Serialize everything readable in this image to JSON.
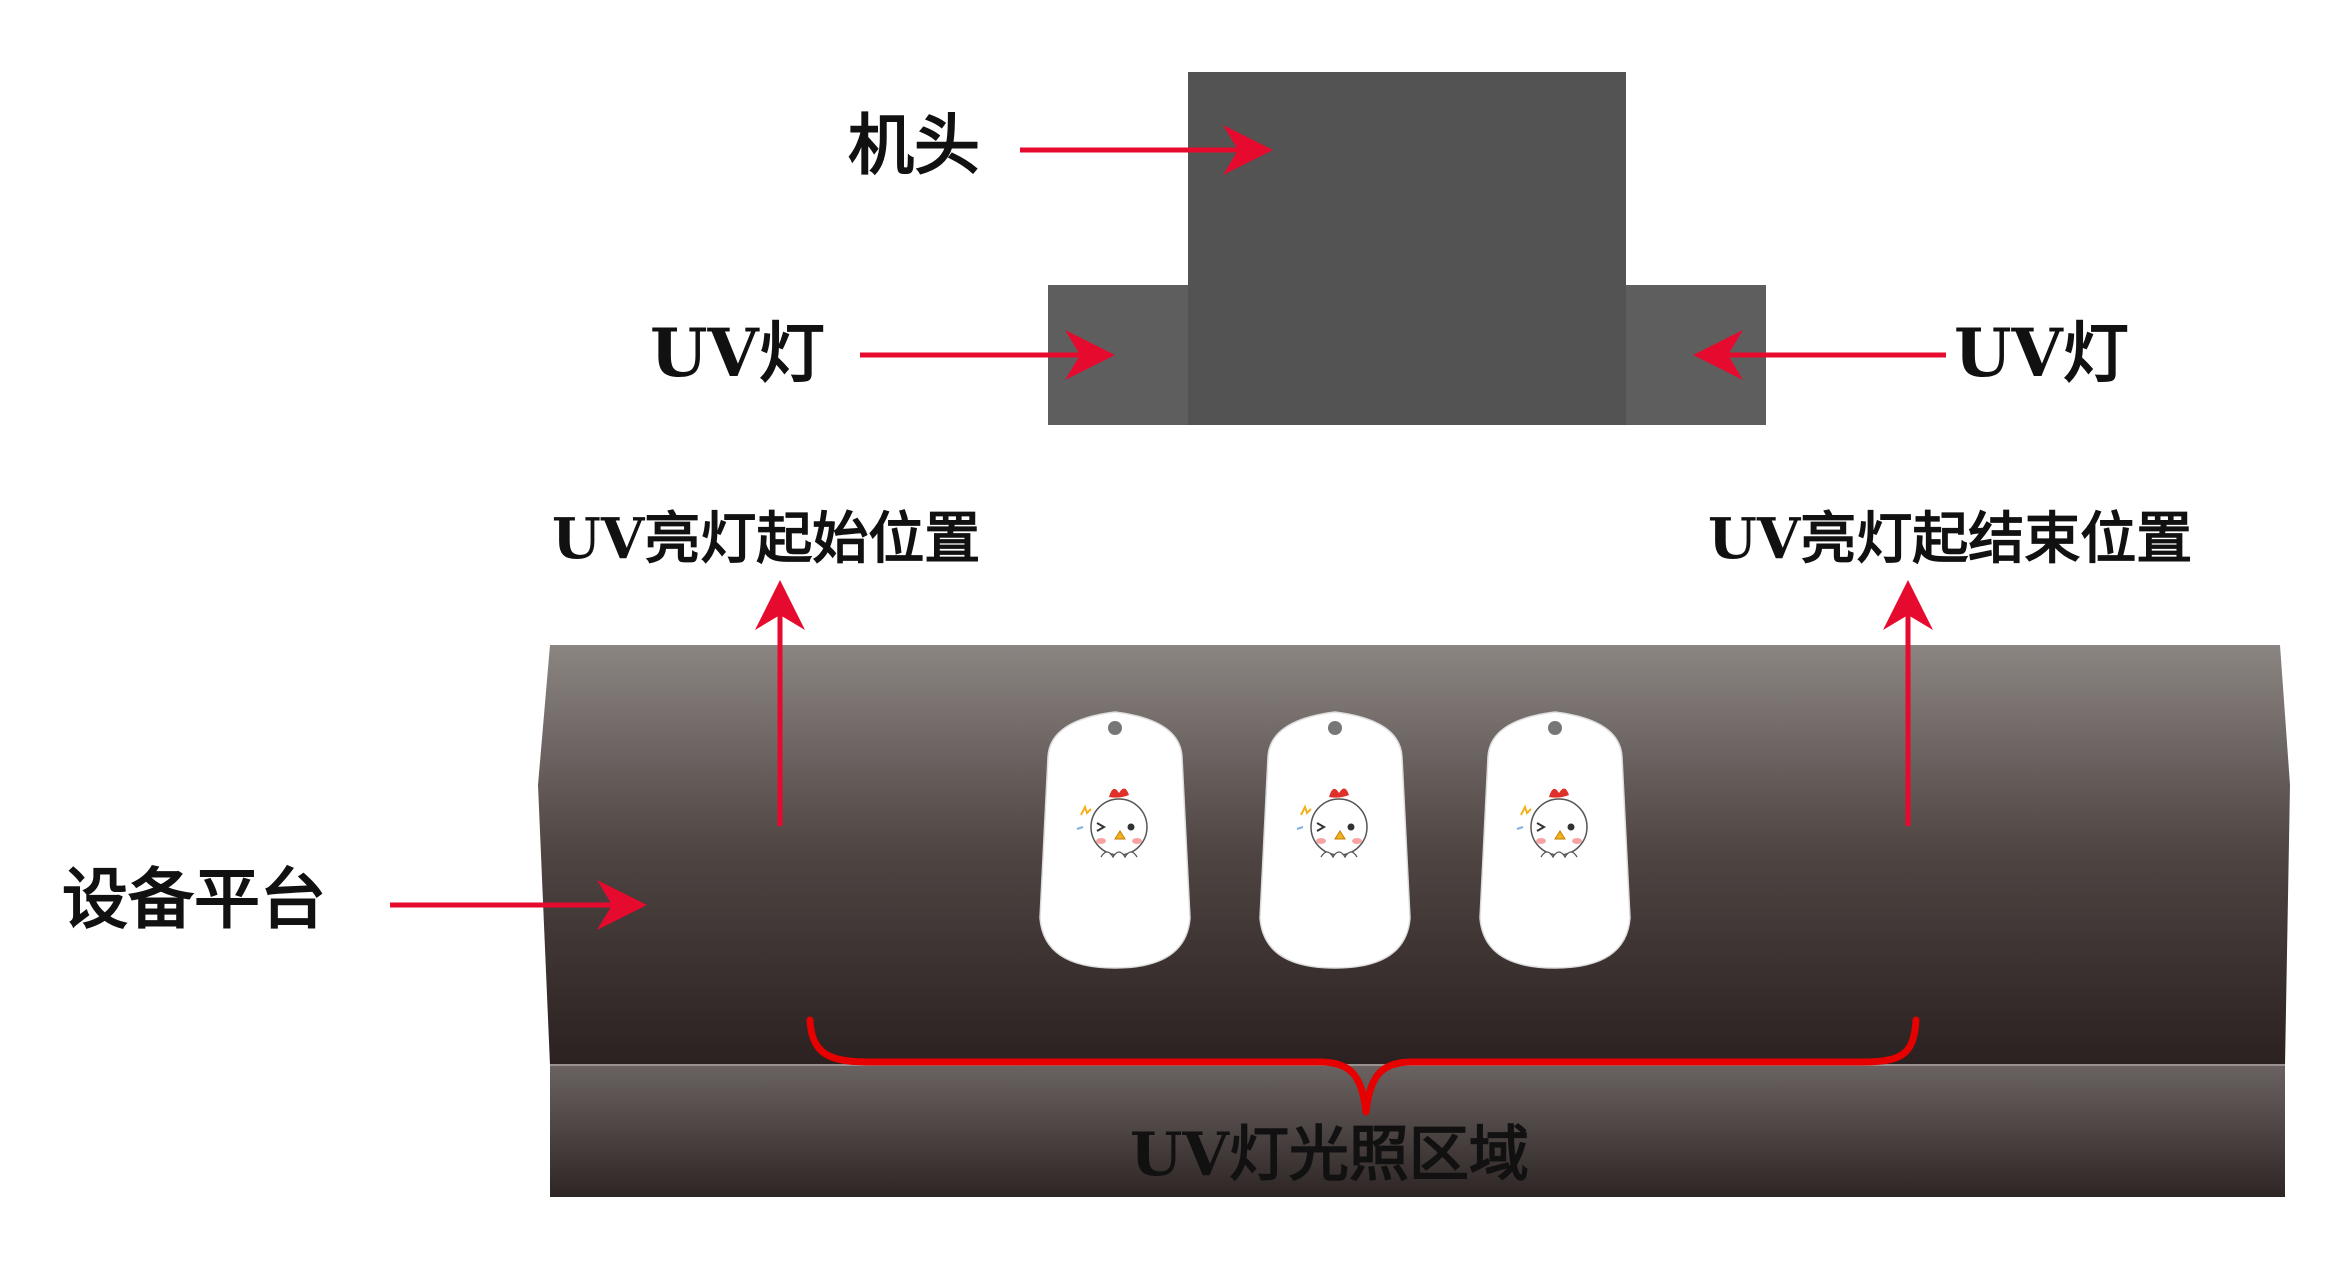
{
  "labels": {
    "machine_head": "机头",
    "uv_lamp_left": "UV灯",
    "uv_lamp_right": "UV灯",
    "uv_start_position": "UV亮灯起始位置",
    "uv_end_position": "UV亮灯起结束位置",
    "device_platform": "设备平台",
    "uv_illumination_area": "UV灯光照区域"
  },
  "colors": {
    "head": "#535353",
    "lamp": "#5e5e5e",
    "arrow": "#e60a2e",
    "brace": "#e60000",
    "platform_top": "#8b8582",
    "platform_bottom": "#2a2120",
    "text": "#111111"
  },
  "items": {
    "tag_count": 3,
    "tag_icon": "chick-icon"
  }
}
